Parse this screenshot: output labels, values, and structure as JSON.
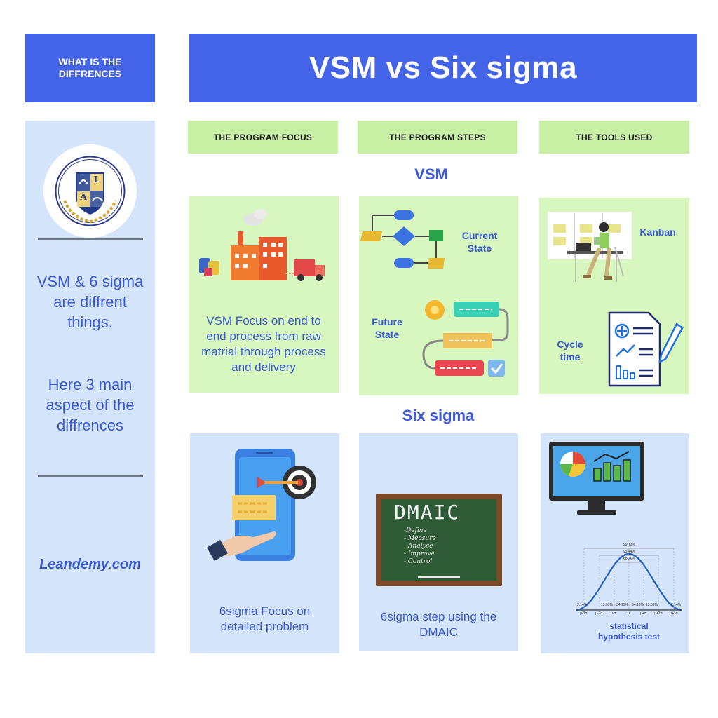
{
  "header": {
    "side_title": "WHAT IS THE DIFFRENCES",
    "main_title": "VSM vs Six sigma"
  },
  "sidebar": {
    "text1": "VSM & 6 sigma are diffrent things.",
    "text2": "Here 3 main aspect of the diffrences",
    "site": "Leandemy.com",
    "logo_letters": [
      "L",
      "A"
    ]
  },
  "columns": {
    "focus": "THE PROGRAM FOCUS",
    "steps": "THE PROGRAM STEPS",
    "tools": "THE TOOLS USED"
  },
  "sections": {
    "vsm": "VSM",
    "six_sigma": "Six sigma"
  },
  "vsm": {
    "focus_text": "VSM Focus on end to end process from raw matrial through process and delivery",
    "current_state": "Current State",
    "future_state": "Future State",
    "kanban": "Kanban",
    "cycle_time": "Cycle time"
  },
  "sixsigma": {
    "focus_text": "6sigma Focus on detailed problem",
    "steps_text": "6sigma step using the DMAIC",
    "dmaic_title": "DMAIC",
    "dmaic_steps": [
      "-Define",
      "- Measure",
      "- Analyse",
      "- Improve",
      "- Control"
    ],
    "stat_label": "statistical hypothesis test",
    "bell_pcts": [
      "99.73%",
      "95.44%",
      "68.26%",
      "2.14%",
      "13.59%",
      "34.13%",
      "34.13%",
      "13.59%",
      "2.14%"
    ],
    "bell_ticks": [
      "μ-3σ",
      "μ-2σ",
      "μ-σ",
      "μ",
      "μ+σ",
      "μ+2σ",
      "μ+3σ"
    ]
  },
  "colors": {
    "accent": "#4364e8",
    "text_blue": "#3a5ad6",
    "green_card": "#d8f7bf",
    "blue_card": "#d4e4fa",
    "header_green": "#c8f0a4"
  }
}
